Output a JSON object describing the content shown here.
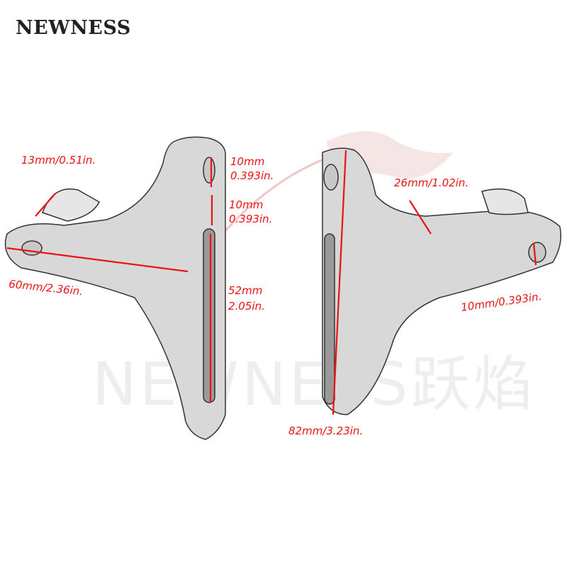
{
  "brand": {
    "name": "NEWNESS"
  },
  "watermark": {
    "text": "NEWNESS跃焰"
  },
  "colors": {
    "dimension": "#ee1111",
    "part_fill": "#dcdcdc",
    "part_outline": "#333333",
    "watermark": "#f3dede"
  },
  "left_part": {
    "labels": {
      "slot_width": "13mm/0.51in.",
      "hole_top_1": "10mm",
      "hole_top_2": "0.393in.",
      "spacing_1": "10mm",
      "spacing_2": "0.393in.",
      "arm_length": "60mm/2.36in.",
      "slot_length_1": "52mm",
      "slot_length_2": "2.05in."
    }
  },
  "right_part": {
    "labels": {
      "arm_width": "26mm/1.02in.",
      "hole_dia": "10mm/0.393in.",
      "total_height": "82mm/3.23in."
    }
  }
}
